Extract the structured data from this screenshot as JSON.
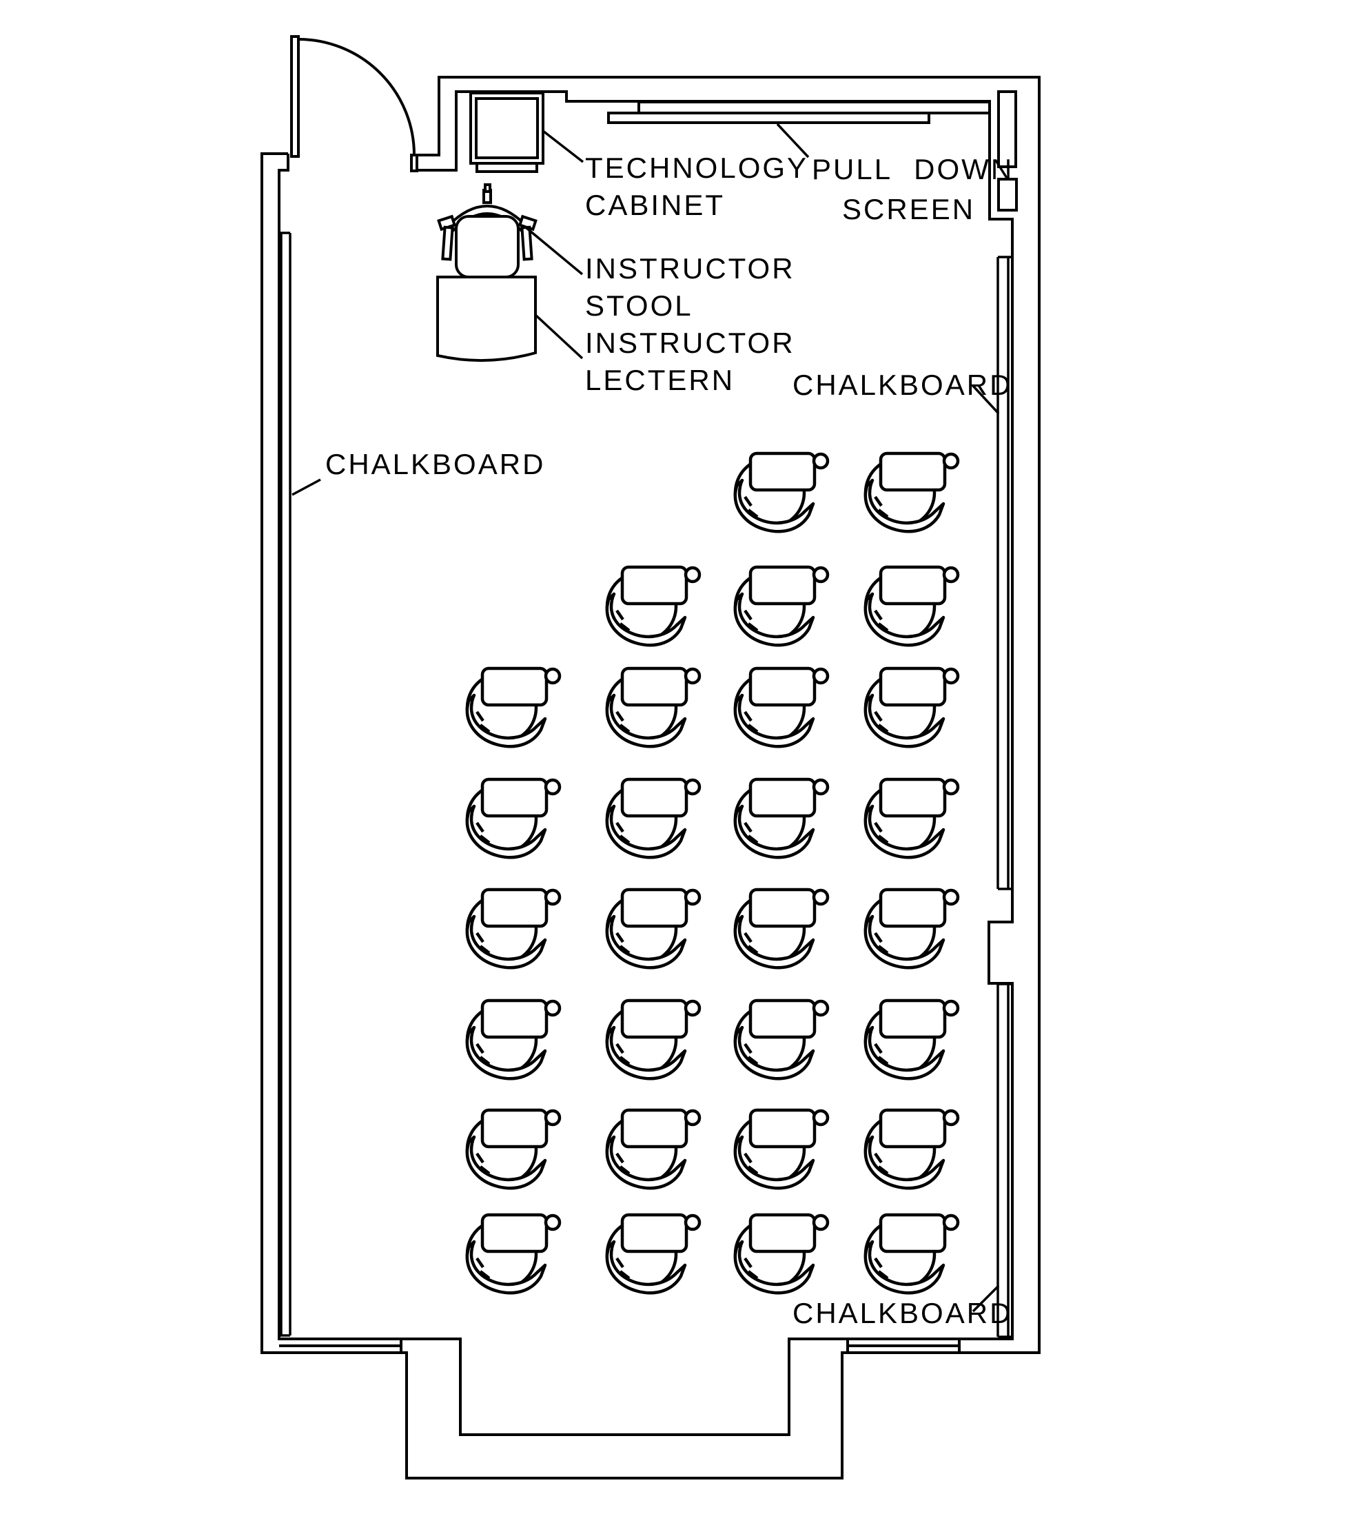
{
  "title": "Classroom floor plan",
  "colors": {
    "line": "#000000",
    "background": "#ffffff"
  },
  "labels": {
    "technology_cabinet": {
      "line1": "TECHNOLOGY",
      "line2": "CABINET"
    },
    "pull_down_screen": {
      "line1": "PULL DOWN",
      "line2": "SCREEN"
    },
    "instructor_stool": {
      "line1": "INSTRUCTOR",
      "line2": "STOOL"
    },
    "instructor_lectern": {
      "line1": "INSTRUCTOR",
      "line2": "LECTERN"
    },
    "chalkboard_left": "CHALKBOARD",
    "chalkboard_right": "CHALKBOARD",
    "chalkboard_bottom": "CHALKBOARD"
  },
  "desks": {
    "count": 29,
    "columns_x": [
      700,
      903,
      1089,
      1278
    ],
    "rows_y": [
      658,
      823,
      970,
      1131,
      1291,
      1452,
      1611,
      1763
    ],
    "occupancy": [
      [
        3,
        4
      ],
      [
        2,
        3,
        4
      ],
      [
        1,
        2,
        3,
        4
      ],
      [
        1,
        2,
        3,
        4
      ],
      [
        1,
        2,
        3,
        4
      ],
      [
        1,
        2,
        3,
        4
      ],
      [
        1,
        2,
        3,
        4
      ],
      [
        1,
        2,
        3,
        4
      ]
    ]
  }
}
